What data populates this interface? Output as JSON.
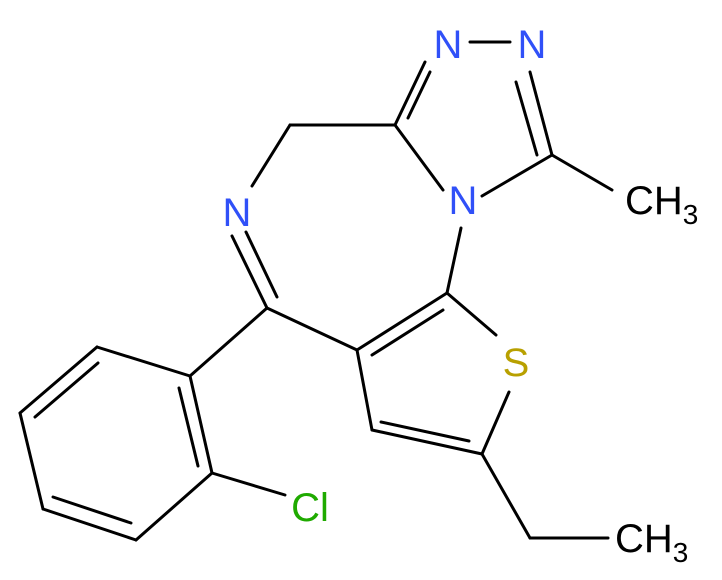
{
  "atoms": {
    "n1": {
      "text": "N",
      "color": "#3050F8"
    },
    "n2": {
      "text": "N",
      "color": "#3050F8"
    },
    "n4": {
      "text": "N",
      "color": "#3050F8"
    },
    "n5": {
      "text": "N",
      "color": "#3050F8"
    },
    "s": {
      "text": "S",
      "color": "#B8A000"
    },
    "cl": {
      "text": "Cl",
      "color": "#1FAA00"
    },
    "ch3_top": {
      "main": "CH",
      "sub": "3",
      "color": "#000000"
    },
    "ch3_bottom": {
      "main": "CH",
      "sub": "3",
      "color": "#000000"
    }
  }
}
